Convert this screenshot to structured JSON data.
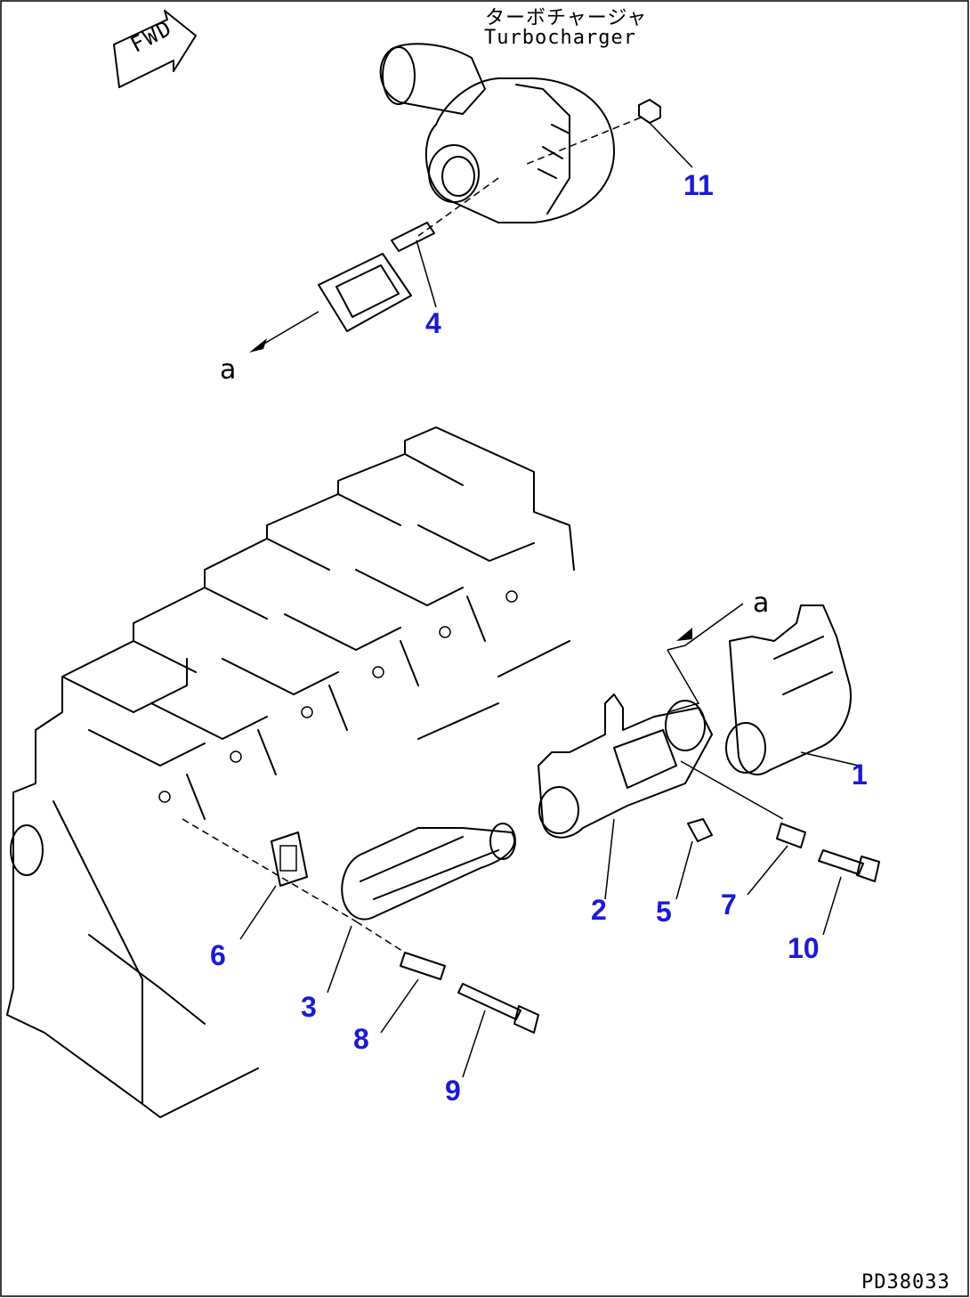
{
  "header": {
    "title_jp": "ターボチャージャ",
    "title_en": "Turbocharger"
  },
  "fwd_label": "FWD",
  "reference_marks": [
    "a",
    "a"
  ],
  "figure_code": "PD38033",
  "callouts": [
    "1",
    "2",
    "3",
    "4",
    "5",
    "6",
    "7",
    "8",
    "9",
    "10",
    "11"
  ],
  "colors": {
    "callout": "#1a1ad6",
    "line": "#000000",
    "background": "#ffffff"
  }
}
